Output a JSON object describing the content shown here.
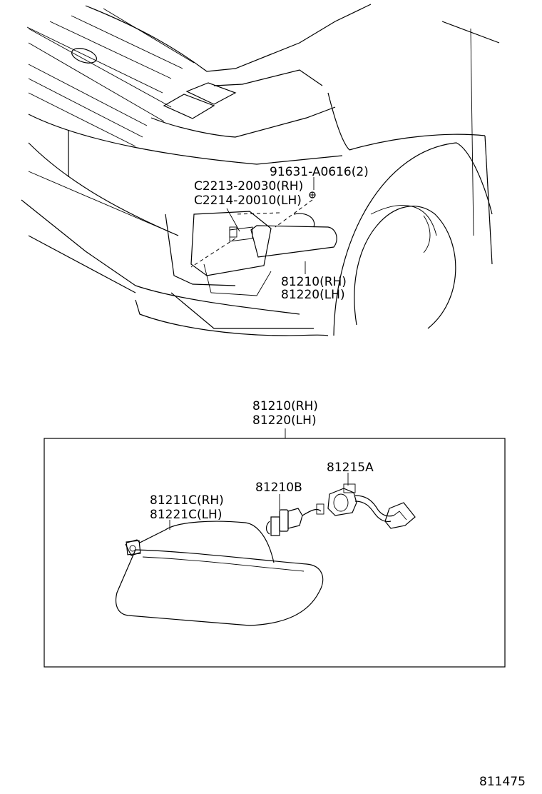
{
  "callouts_top": {
    "bolt": "91631-A0616(2)",
    "socket_rh": "C2213-20030(RH)",
    "socket_lh": "C2214-20010(LH)",
    "lamp_rh": "81210(RH)",
    "lamp_lh": "81220(LH)"
  },
  "assembly": {
    "header_rh": "81210(RH)",
    "header_lh": "81220(LH)",
    "lens_rh": "81211C(RH)",
    "lens_lh": "81221C(LH)",
    "bulb": "81210B",
    "socket": "81215A"
  },
  "figure_number": "811475"
}
